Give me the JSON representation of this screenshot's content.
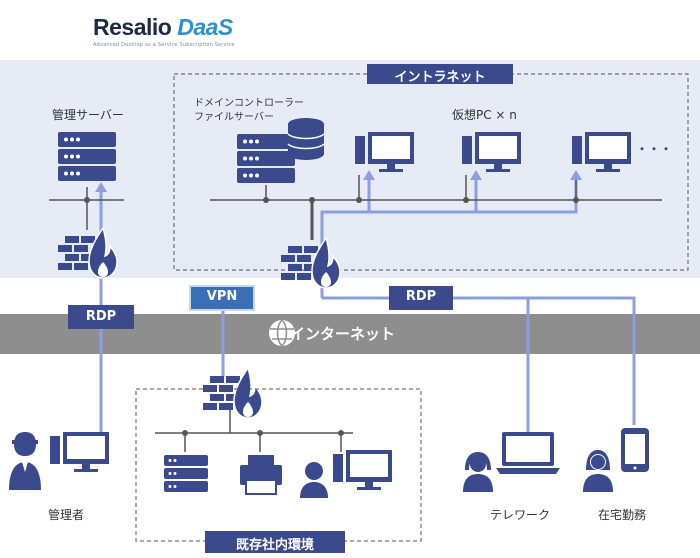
{
  "logo": {
    "brand": "Resalio ",
    "accent": "DaaS",
    "tagline": "Advanced Desktop as a Service Subscription Service"
  },
  "labels": {
    "intranet": "イントラネット",
    "mgmt_server": "管理サーバー",
    "domain_controller": "ドメインコントローラー",
    "file_server": "ファイルサーバー",
    "virtual_pc": "仮想PC × n",
    "ellipsis": "・・・",
    "internet": "インターネット",
    "vpn": "VPN",
    "rdp_left": "RDP",
    "rdp_right": "RDP",
    "admin": "管理者",
    "existing_office": "既存社内環境",
    "telework": "テレワーク",
    "remote_work": "在宅勤務"
  },
  "colors": {
    "navy": "#3a4a8c",
    "light_blue": "#8c9fe0",
    "band_gray": "#8e8e8e",
    "zone_bg": "#e6ebf6"
  }
}
